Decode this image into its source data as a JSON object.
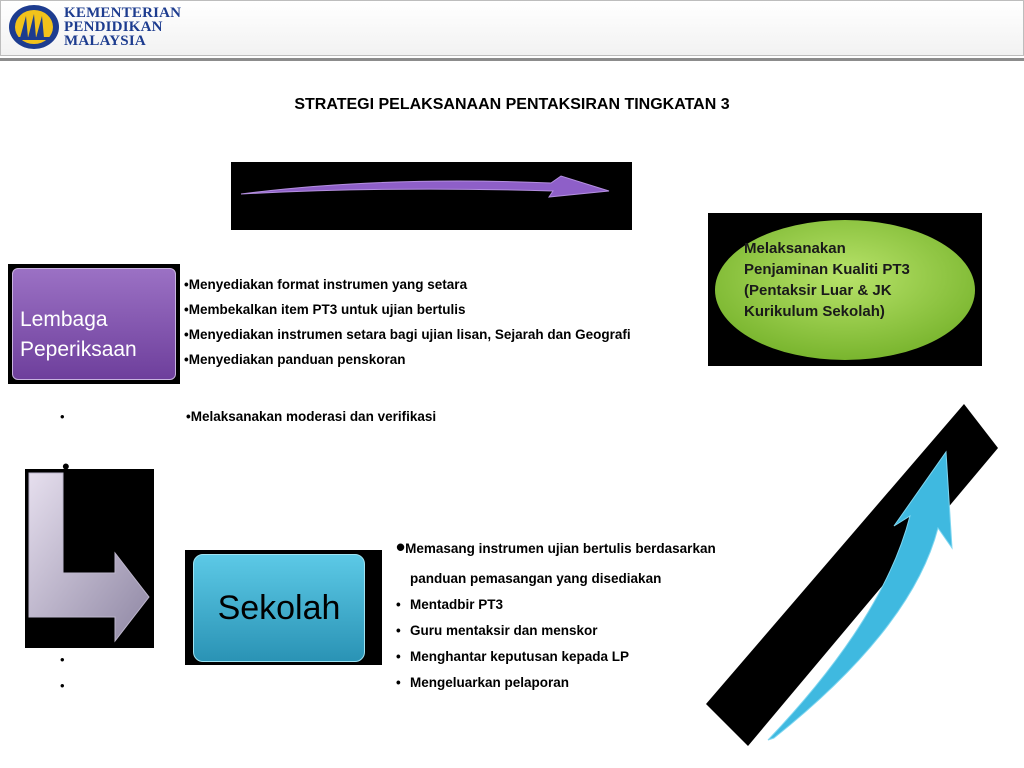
{
  "header": {
    "logo_lines": [
      "KEMENTERIAN",
      "PENDIDIKAN",
      "MALAYSIA"
    ]
  },
  "title": "STRATEGI PELAKSANAAN PENTAKSIRAN TINGKATAN 3",
  "lembaga": {
    "label_lines": [
      "Lembaga",
      "Peperiksaan"
    ],
    "items": [
      "Menyediakan format instrumen yang setara",
      "Membekalkan item PT3 untuk ujian bertulis",
      "Menyediakan instrumen setara bagi ujian lisan, Sejarah dan Geografi",
      "Menyediakan panduan penskoran"
    ],
    "extra_item": "Melaksanakan moderasi dan verifikasi"
  },
  "quality": {
    "text_lines": [
      "Melaksanakan",
      "Penjaminan Kualiti PT3",
      "(Pentaksir Luar & JK",
      "Kurikulum Sekolah)"
    ]
  },
  "sekolah": {
    "label": "Sekolah",
    "items": [
      "Memasang instrumen ujian bertulis berdasarkan",
      "panduan pemasangan yang disediakan",
      "Mentadbir PT3",
      "Guru mentaksir dan menskor",
      "Menghantar keputusan kepada LP",
      "Mengeluarkan pelaporan"
    ]
  },
  "bullet": "•",
  "colors": {
    "lembaga": "#7b4fab",
    "sekolah": "#3fb2d3",
    "quality": "#8cc63f",
    "arrow_purple": "#8e5fc8",
    "arrow_blue": "#3fb9e0"
  }
}
